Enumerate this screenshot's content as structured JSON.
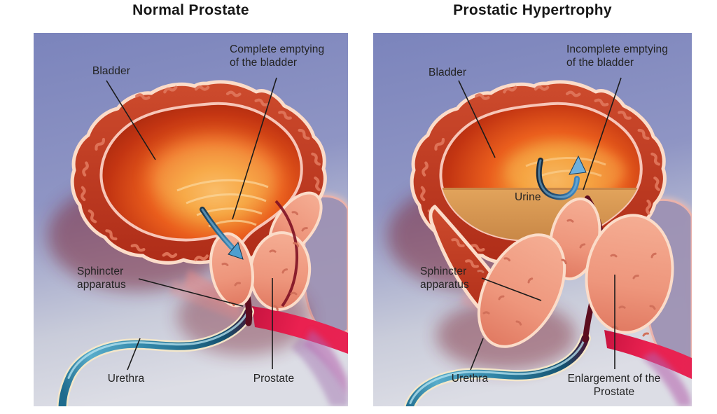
{
  "left_panel": {
    "title": "Normal Prostate",
    "labels": {
      "bladder": "Bladder",
      "complete_emptying": "Complete emptying of the bladder",
      "sphincter": "Sphincter apparatus",
      "urethra": "Urethra",
      "prostate": "Prostate"
    }
  },
  "right_panel": {
    "title": "Prostatic Hypertrophy",
    "labels": {
      "bladder": "Bladder",
      "incomplete_emptying": "Incomplete emptying of the bladder",
      "urine": "Urine",
      "sphincter": "Sphincter apparatus",
      "urethra": "Urethra",
      "enlargement": "Enlargement of the Prostate"
    }
  },
  "colors": {
    "panel_background_top": "#7b84bc",
    "panel_background_bottom": "#dcdde5",
    "bladder_wall": "#c13a24",
    "bladder_outline": "#fbdcc9",
    "bladder_glow": "#f5a23c",
    "prostate": "#ee967c",
    "urethra": "#2f84a6",
    "urine": "#e2a45c",
    "artery": "#e82150",
    "arrow": "#4e9fd0",
    "label_text": "#232323"
  }
}
